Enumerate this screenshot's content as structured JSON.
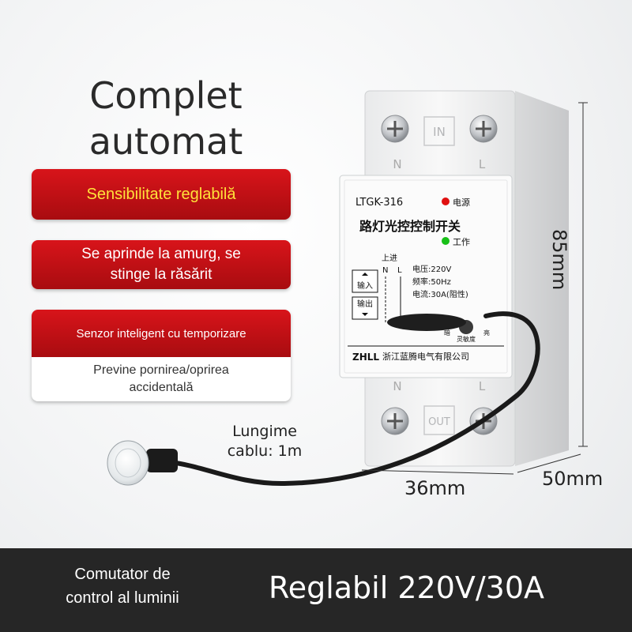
{
  "headline": {
    "line1": "Complet",
    "line2": "automat"
  },
  "features": {
    "f1": "Sensibilitate reglabilă",
    "f2_line1": "Se aprinde la amurg, se",
    "f2_line2": "stinge la răsărit",
    "f3_top": "Senzor inteligent cu temporizare",
    "f3_bottom_line1": "Previne pornirea/oprirea",
    "f3_bottom_line2": "accidentală"
  },
  "device": {
    "model": "LTGK-316",
    "power_label": "电源",
    "title": "路灯光控控制开关",
    "work_label": "工作",
    "in_label": "IN",
    "out_label": "OUT",
    "n_label": "N",
    "l_label": "L",
    "input_label": "上进",
    "input_n": "N",
    "input_l": "L",
    "btn_in": "输入",
    "btn_out": "输出",
    "voltage": "电压:220V",
    "frequency": "频率:50Hz",
    "current": "电流:30A(阻性)",
    "sens_label": "灵敏度",
    "bright_label": "亮",
    "dark_label": "暗",
    "brand": "ZHLL",
    "company": "浙江蓝腾电气有限公司",
    "colors": {
      "power_led": "#e01010",
      "work_led": "#18c018"
    }
  },
  "dimensions": {
    "height": "85mm",
    "width": "36mm",
    "depth": "50mm"
  },
  "cable": {
    "line1": "Lungime",
    "line2": "cablu: 1m"
  },
  "bottom_bar": {
    "left_line1": "Comutator de",
    "left_line2": "control al luminii",
    "right": "Reglabil 220V/30A"
  }
}
